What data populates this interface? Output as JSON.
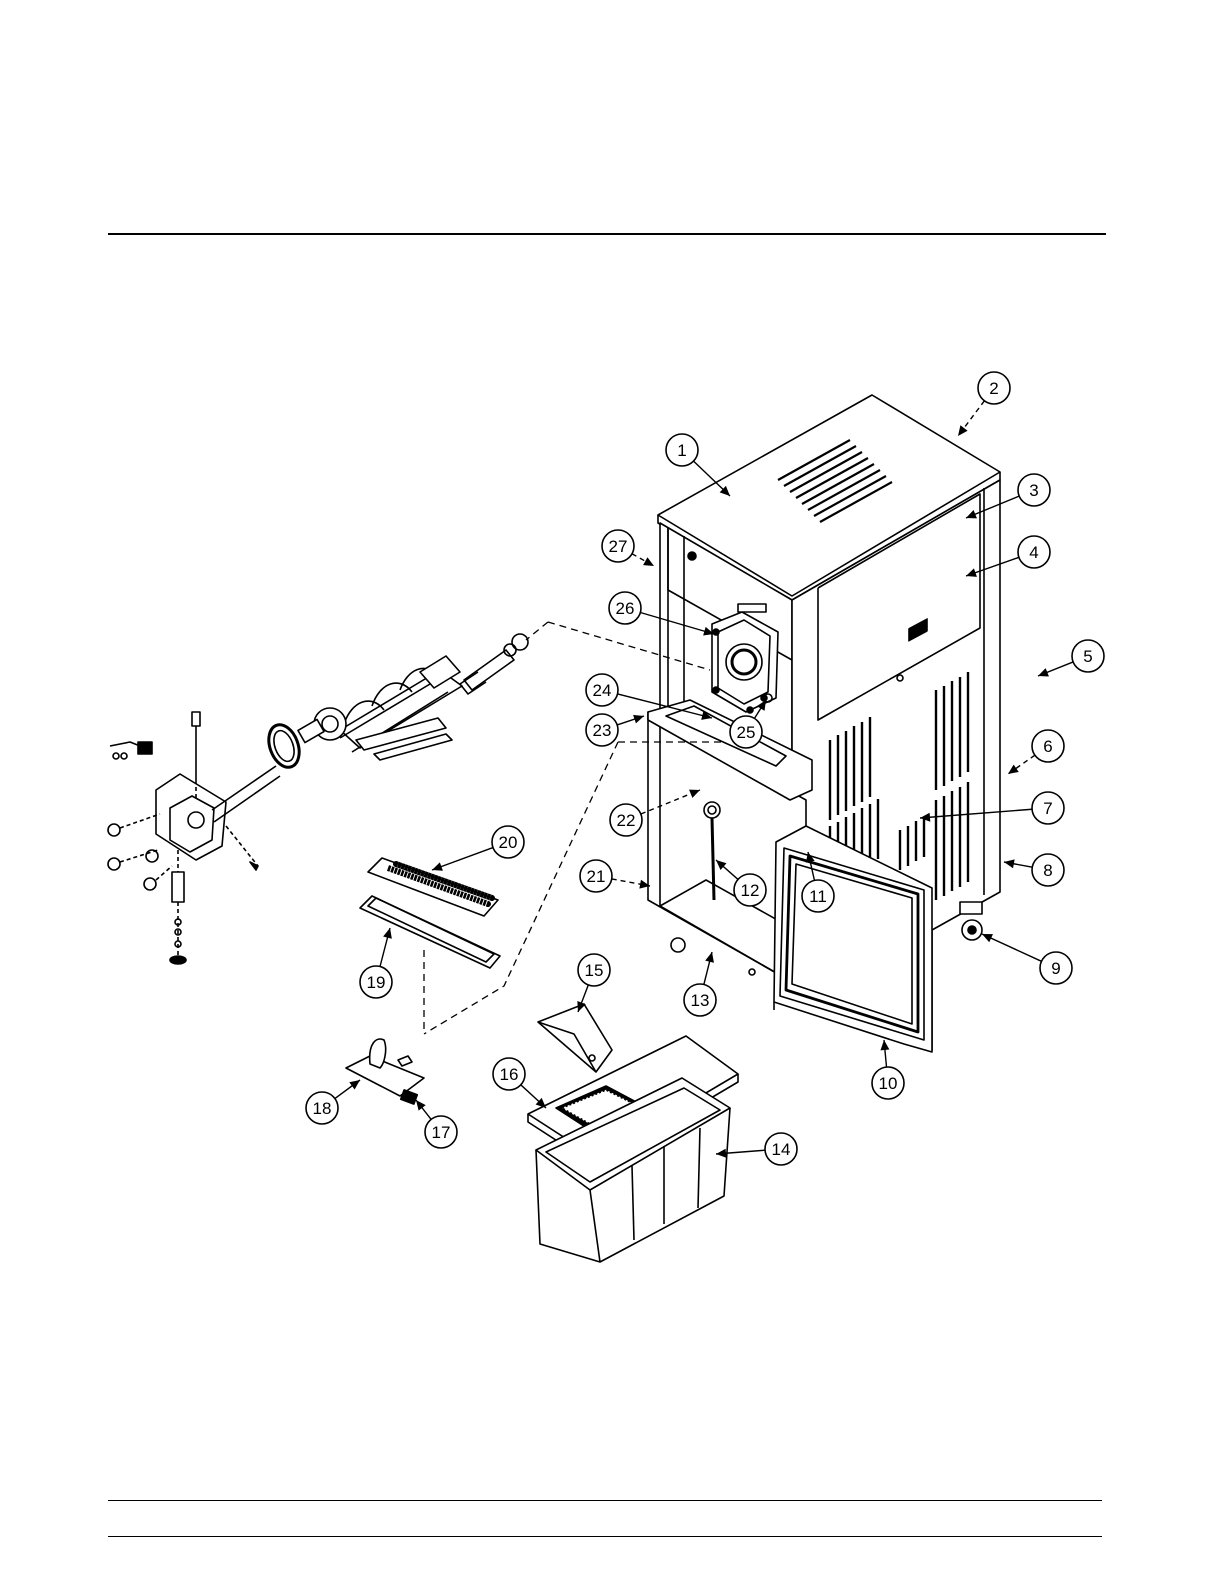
{
  "callouts": [
    {
      "label": "1"
    },
    {
      "label": "2"
    },
    {
      "label": "3"
    },
    {
      "label": "4"
    },
    {
      "label": "5"
    },
    {
      "label": "6"
    },
    {
      "label": "7"
    },
    {
      "label": "8"
    },
    {
      "label": "9"
    },
    {
      "label": "10"
    },
    {
      "label": "11"
    },
    {
      "label": "12"
    },
    {
      "label": "13"
    },
    {
      "label": "14"
    },
    {
      "label": "15"
    },
    {
      "label": "16"
    },
    {
      "label": "17"
    },
    {
      "label": "18"
    },
    {
      "label": "19"
    },
    {
      "label": "20"
    },
    {
      "label": "21"
    },
    {
      "label": "22"
    },
    {
      "label": "23"
    },
    {
      "label": "24"
    },
    {
      "label": "25"
    },
    {
      "label": "26"
    },
    {
      "label": "27"
    }
  ]
}
